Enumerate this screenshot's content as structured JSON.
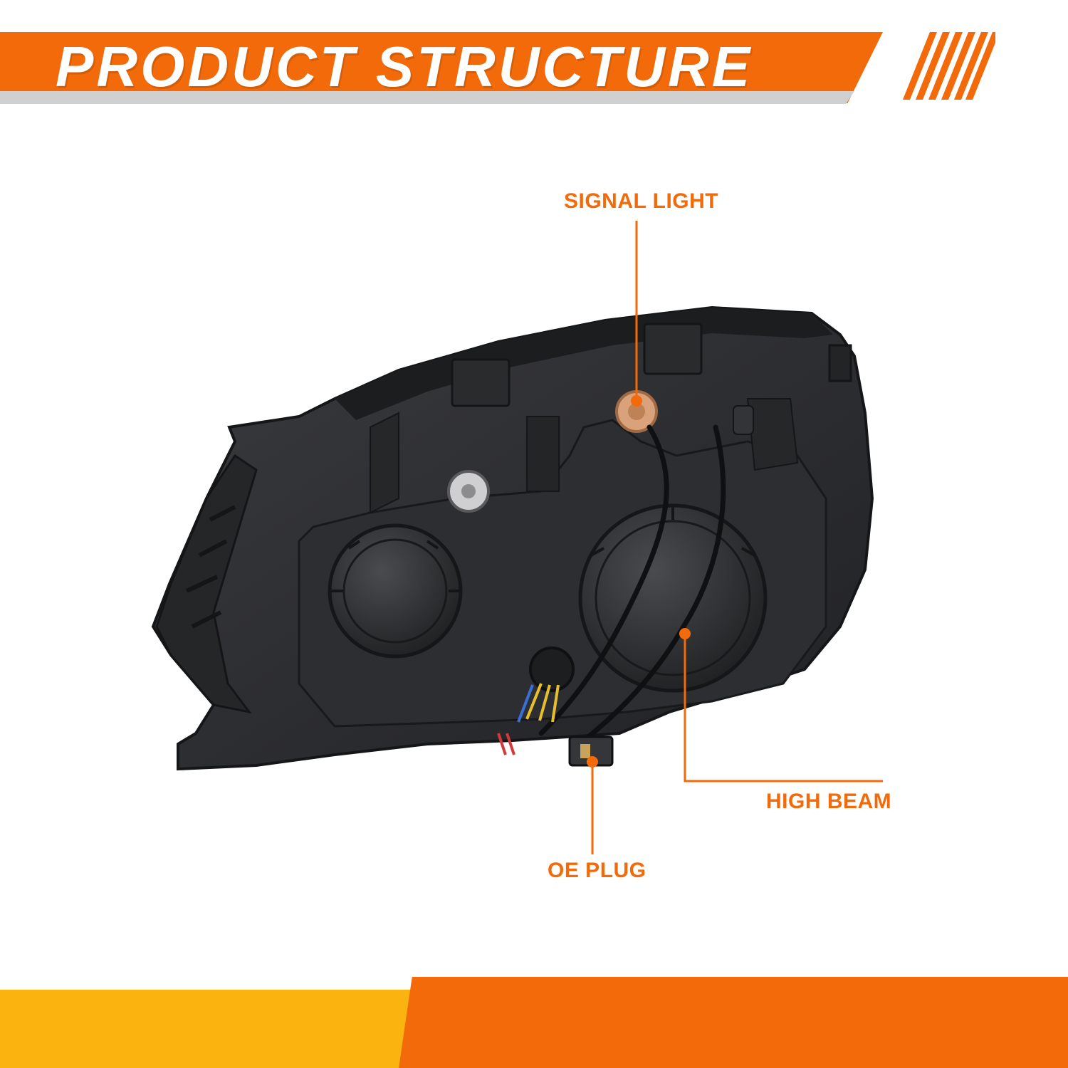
{
  "header": {
    "title": "PRODUCT STRUCTURE"
  },
  "callouts": {
    "signal_light": "SIGNAL LIGHT",
    "high_beam": "HIGH BEAM",
    "oe_plug": "OE PLUG"
  },
  "colors": {
    "accent_orange": "#f26a0a",
    "accent_yellow": "#fbb30f",
    "housing": "#2b2c2e"
  },
  "icons": {
    "product": "headlight-rear-view-image",
    "decor": "diagonal-stripes-icon"
  }
}
